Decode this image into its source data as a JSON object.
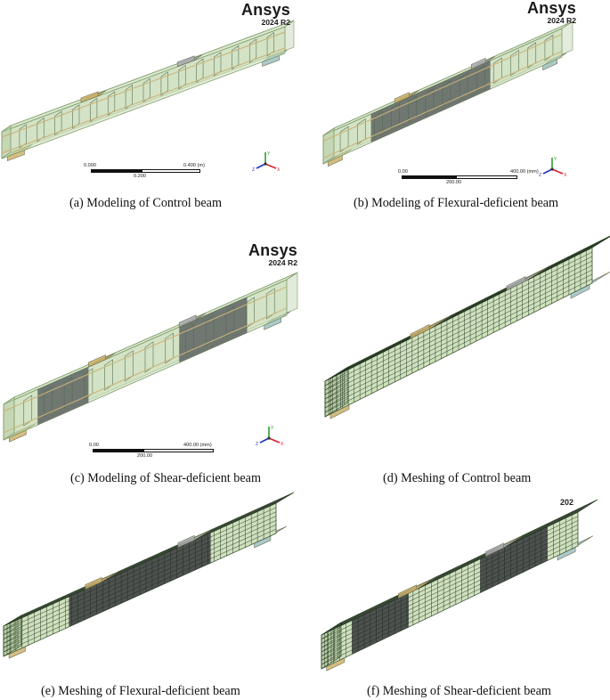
{
  "panels": {
    "a": {
      "caption": "(a) Modeling of Control beam",
      "logo_name": "Ansys",
      "logo_version": "2024 R2",
      "scale_left": "0.000",
      "scale_right": "0.400 (m)",
      "scale_mid": "0.200"
    },
    "b": {
      "caption": "(b) Modeling of Flexural-deficient beam",
      "logo_name": "Ansys",
      "logo_version": "2024 R2",
      "scale_left": "0.00",
      "scale_right": "400.00 (mm)",
      "scale_mid": "200.00"
    },
    "c": {
      "caption": "(c) Modeling of Shear-deficient beam",
      "logo_name": "Ansys",
      "logo_version": "2024 R2",
      "scale_left": "0.00",
      "scale_right": "400.00 (mm)",
      "scale_mid": "200.00"
    },
    "d": {
      "caption": "(d) Meshing of Control beam"
    },
    "e": {
      "caption": "(e) Meshing of Flexural-deficient beam"
    },
    "f": {
      "caption": "(f) Meshing of Shear-deficient beam",
      "corner_text": "202"
    }
  },
  "triad_axes": {
    "y": "Y",
    "z": "Z",
    "x": "X"
  },
  "colors": {
    "beam_fill": "#c9dcb2",
    "beam_top": "#d6e6c3",
    "beam_side": "#aec79a",
    "beam_edge": "#7d9a6a",
    "mesh_fill": "#cfe0bd",
    "mesh_dark": "#3e4142",
    "wrap_dark": "#4f5354",
    "load_plate": "#cdb16a",
    "support_plate": "#9cc0c4",
    "plate_gray": "#a9adb3",
    "rebar": "#c9b37a",
    "triad_x": "#d8202a",
    "triad_y": "#2aa52a",
    "triad_z": "#2030c8"
  }
}
